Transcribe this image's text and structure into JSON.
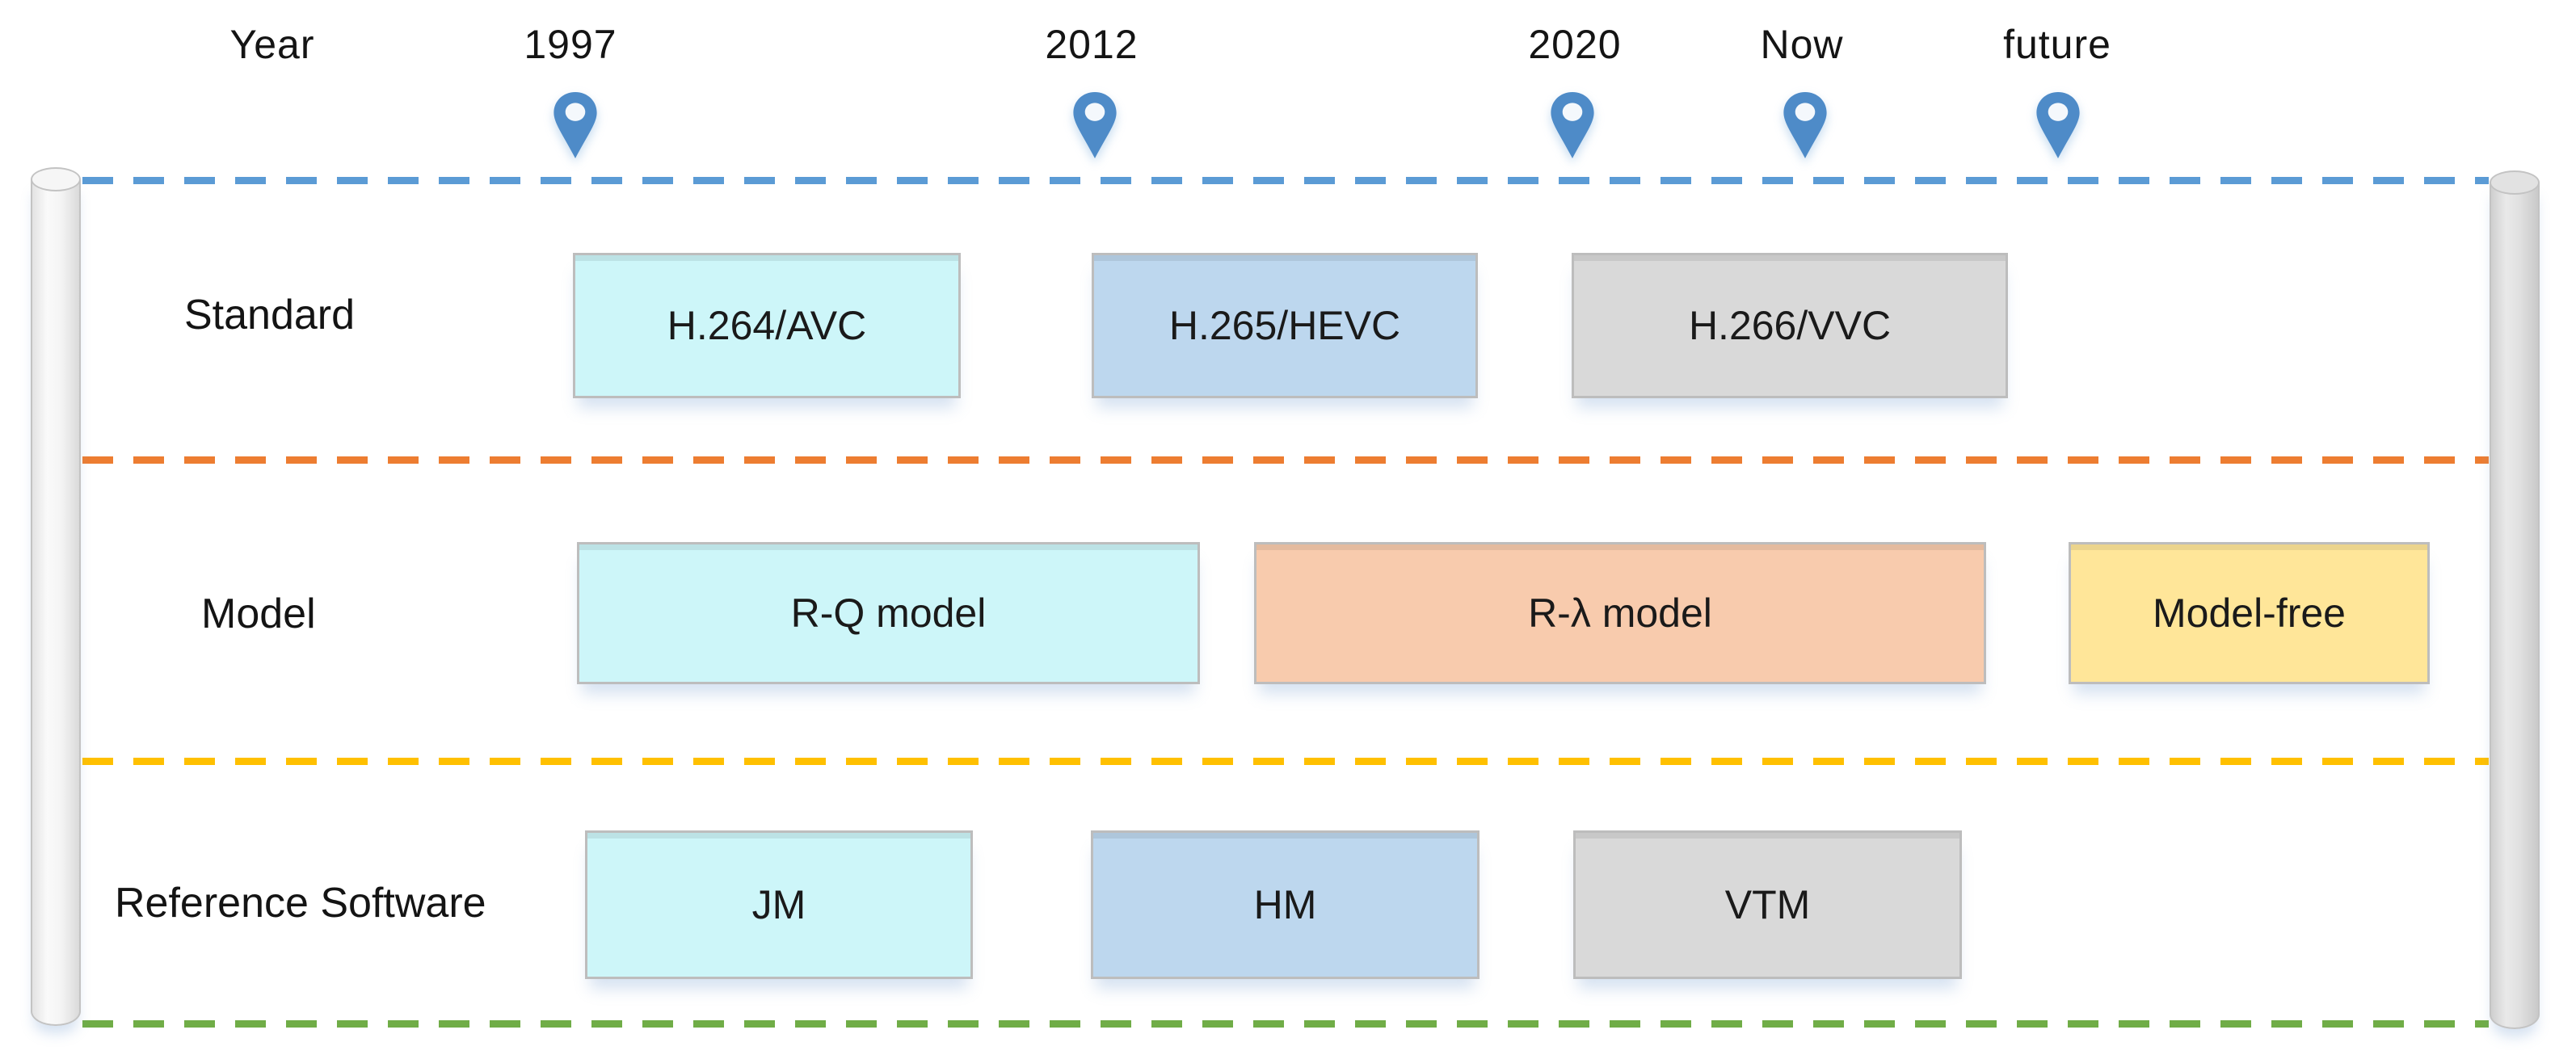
{
  "header": {
    "axis_label": "Year",
    "markers": [
      {
        "label": "1997"
      },
      {
        "label": "2012"
      },
      {
        "label": "2020"
      },
      {
        "label": "Now"
      },
      {
        "label": "future"
      }
    ]
  },
  "rows": [
    {
      "label": "Standard",
      "items": [
        {
          "text": "H.264/AVC",
          "color": "cyan"
        },
        {
          "text": "H.265/HEVC",
          "color": "blue"
        },
        {
          "text": "H.266/VVC",
          "color": "gray"
        }
      ]
    },
    {
      "label": "Model",
      "items": [
        {
          "text": "R-Q model",
          "color": "cyan"
        },
        {
          "text": "R-λ model",
          "color": "peach"
        },
        {
          "text": "Model-free",
          "color": "yellow"
        }
      ]
    },
    {
      "label": "Reference Software",
      "items": [
        {
          "text": "JM",
          "color": "cyan"
        },
        {
          "text": "HM",
          "color": "blue"
        },
        {
          "text": "VTM",
          "color": "gray"
        }
      ]
    }
  ],
  "colors": {
    "pin": "#4E8BC8",
    "pin_hole": "#F4F8FC",
    "line_year": "#5B9BD5",
    "line_standard": "#ED7D31",
    "line_model": "#FFC000",
    "line_bottom": "#70AD47",
    "box_cyan": "#CDF6F9",
    "box_blue": "#BDD7EE",
    "box_gray": "#D9D9D9",
    "box_peach": "#F8CBAD",
    "box_yellow": "#FFE699"
  }
}
